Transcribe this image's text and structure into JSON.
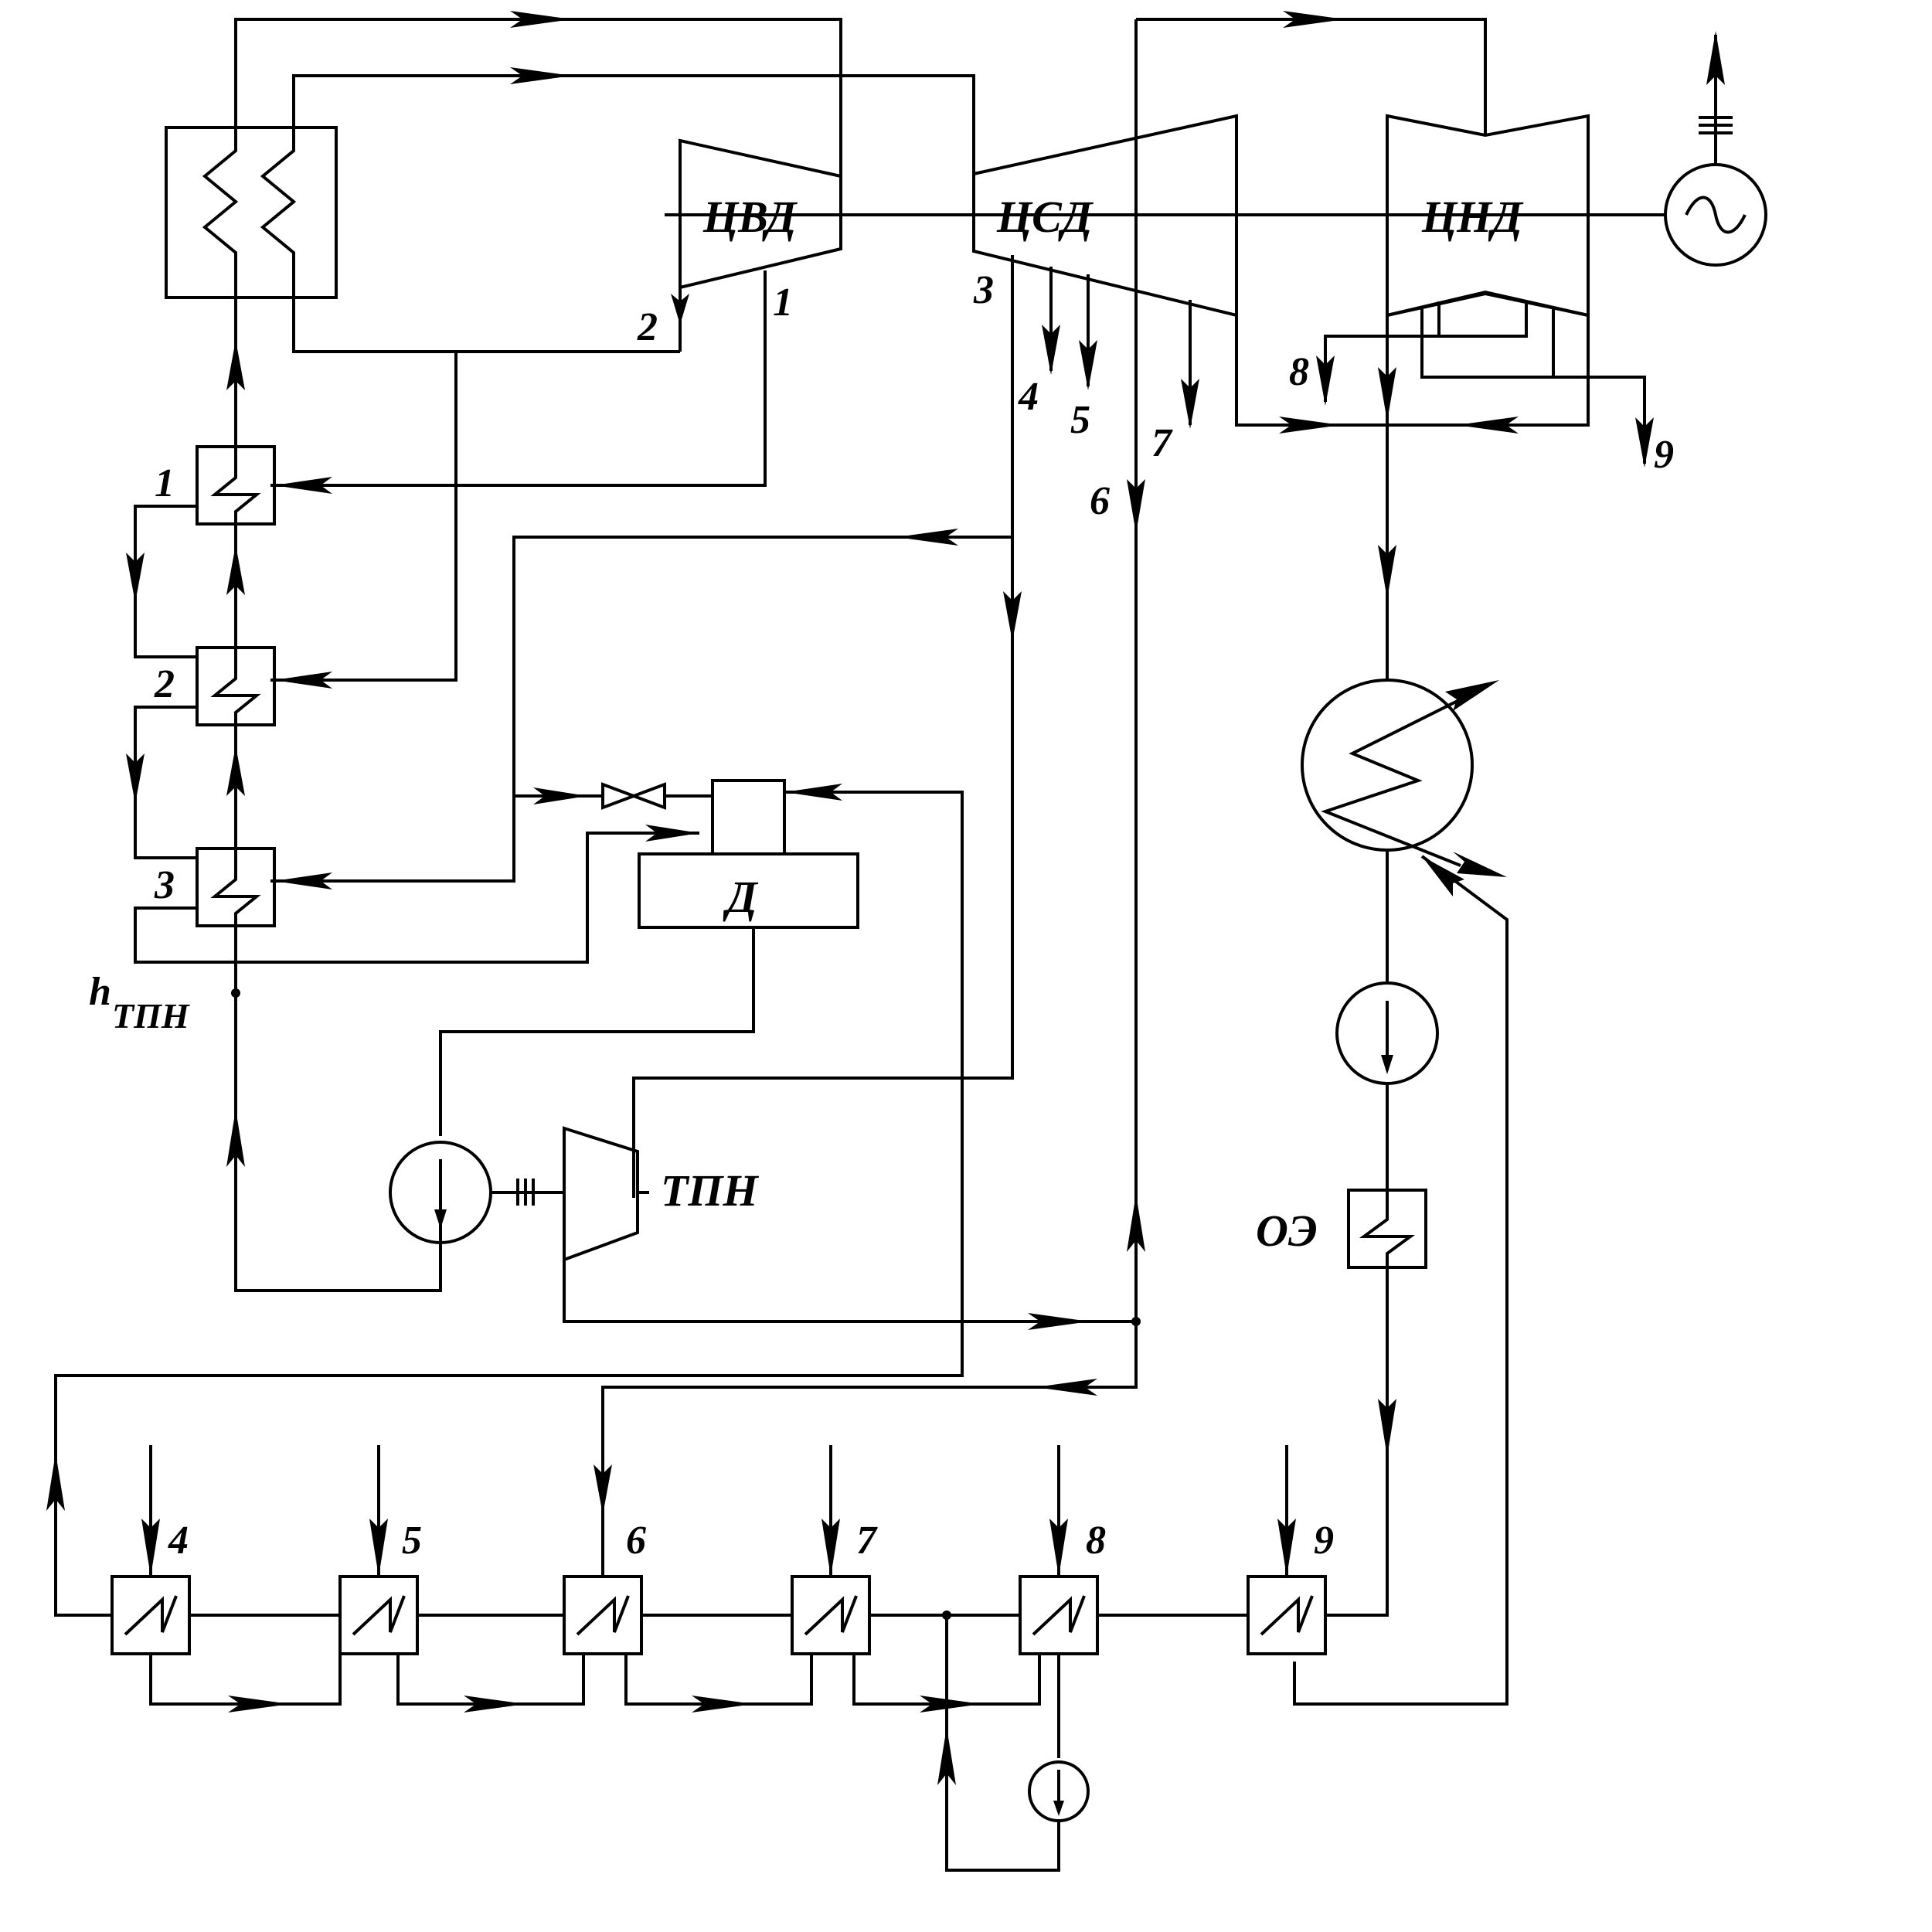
{
  "diagram": {
    "cylinders": {
      "hp": "ЦВД",
      "ip": "ЦСД",
      "lp": "ЦНД"
    },
    "deaerator": "Д",
    "feed_pump_turbine": "ТПН",
    "ejector_cooler": "ОЭ",
    "pump_head": {
      "main": "h",
      "sub": "ТПН"
    },
    "hp_heaters": [
      "1",
      "2",
      "3"
    ],
    "lp_heaters": [
      "4",
      "5",
      "6",
      "7",
      "8",
      "9"
    ],
    "extractions": [
      "1",
      "2",
      "3",
      "4",
      "5",
      "6",
      "7",
      "8",
      "9"
    ]
  }
}
